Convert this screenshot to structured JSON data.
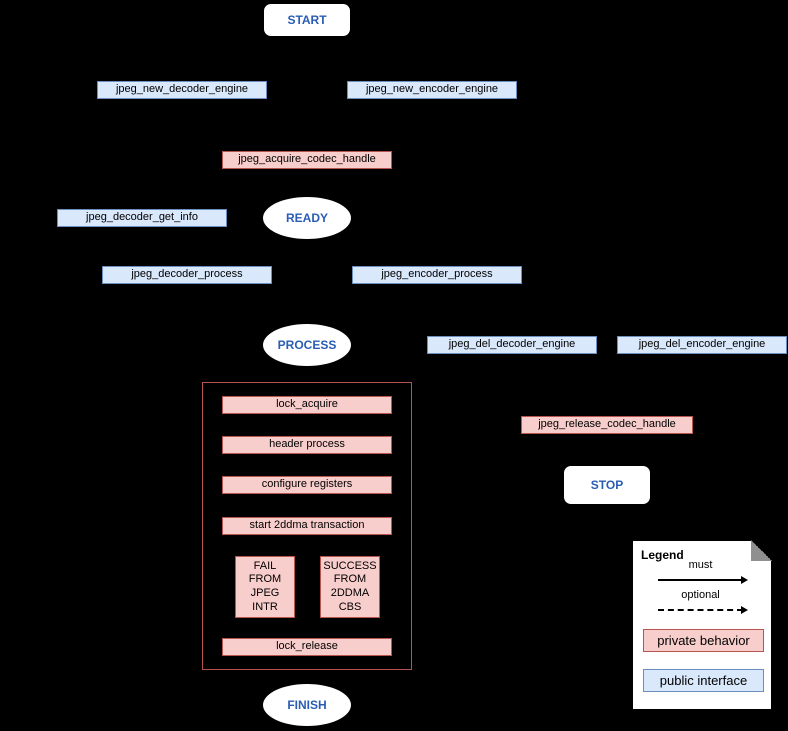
{
  "diagram": {
    "states": {
      "start": "START",
      "ready": "READY",
      "process": "PROCESS",
      "finish": "FINISH",
      "stop": "STOP"
    },
    "public_labels": {
      "new_decoder": "jpeg_new_decoder_engine",
      "new_encoder": "jpeg_new_encoder_engine",
      "decoder_get_info": "jpeg_decoder_get_info",
      "decoder_process": "jpeg_decoder_process",
      "encoder_process": "jpeg_encoder_process",
      "del_decoder": "jpeg_del_decoder_engine",
      "del_encoder": "jpeg_del_encoder_engine"
    },
    "private_labels": {
      "acquire_handle": "jpeg_acquire_codec_handle",
      "release_handle": "jpeg_release_codec_handle",
      "lock_acquire": "lock_acquire",
      "header_process": "header process",
      "configure_registers": "configure registers",
      "start_2ddma": "start 2ddma transaction",
      "fail_from": "FAIL\nFROM\nJPEG\nINTR",
      "success_from": "SUCCESS\nFROM\n2DDMA\nCBS",
      "lock_release": "lock_release"
    },
    "legend": {
      "title": "Legend",
      "must": "must",
      "optional": "optional",
      "private": "private behavior",
      "public": "public interface"
    },
    "colors": {
      "background": "#000000",
      "public_fill": "#dae8fc",
      "public_border": "#6c8ebf",
      "private_fill": "#f8cecc",
      "private_border": "#b85450",
      "state_fill": "#ffffff",
      "state_text": "#2a5db5"
    }
  }
}
